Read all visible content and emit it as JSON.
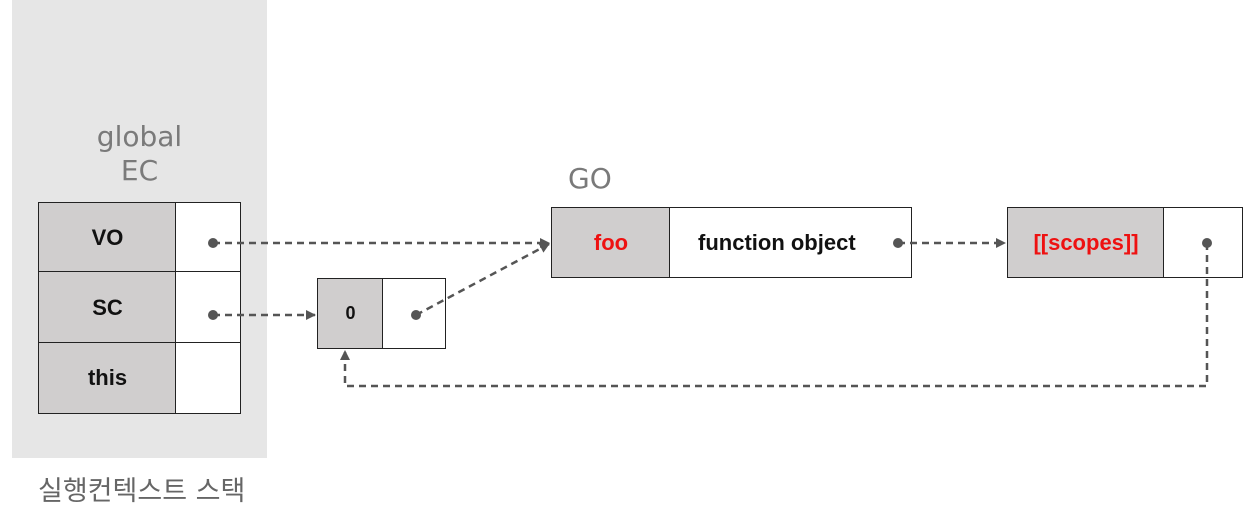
{
  "execution_context_stack": {
    "caption": "실행컨텍스트 스택",
    "global_ec": {
      "label_line1": "global",
      "label_line2": "EC",
      "rows": [
        "VO",
        "SC",
        "this"
      ]
    }
  },
  "scope_chain_list": {
    "index_label": "0"
  },
  "global_object": {
    "label": "GO",
    "property_key": "foo",
    "property_value": "function object"
  },
  "function_object": {
    "internal_slot": "[[scopes]]"
  },
  "colors": {
    "panel": "#e6e6e6",
    "key_cell": "#d0cece",
    "highlight": "#ee1111",
    "arrow": "#555555"
  }
}
